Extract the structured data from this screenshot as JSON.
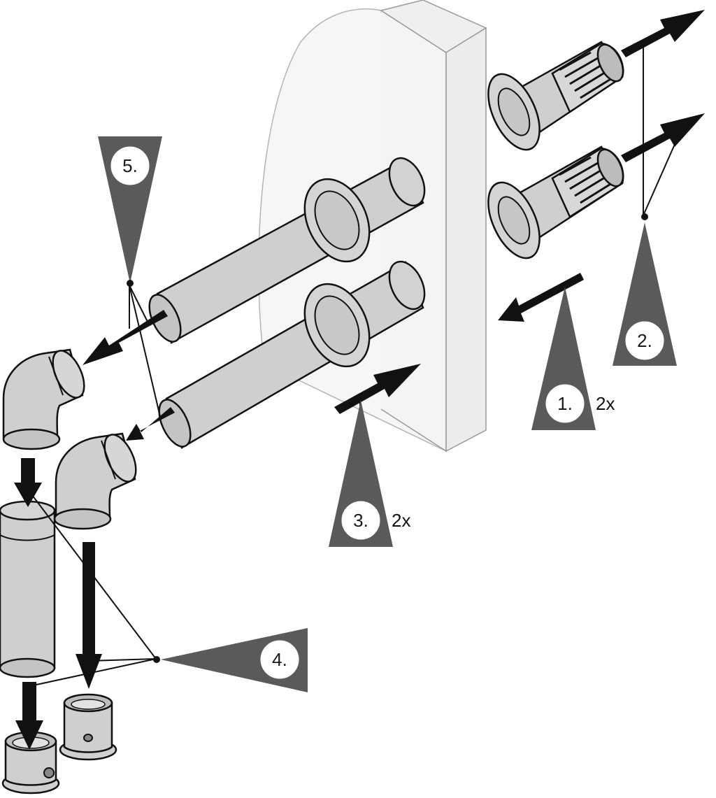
{
  "colors": {
    "pipe_fill": "#cfcfcf",
    "pipe_stroke": "#111111",
    "wall_fill": "#f6f6f6",
    "wall_stroke": "#a9a9a9",
    "callout_fill": "#5a5a5a",
    "badge_fill": "#ffffff",
    "arrow_fill": "#111111"
  },
  "steps": [
    {
      "number": "1.",
      "multiplier": "2x"
    },
    {
      "number": "2.",
      "multiplier": ""
    },
    {
      "number": "3.",
      "multiplier": "2x"
    },
    {
      "number": "4.",
      "multiplier": ""
    },
    {
      "number": "5.",
      "multiplier": ""
    }
  ]
}
